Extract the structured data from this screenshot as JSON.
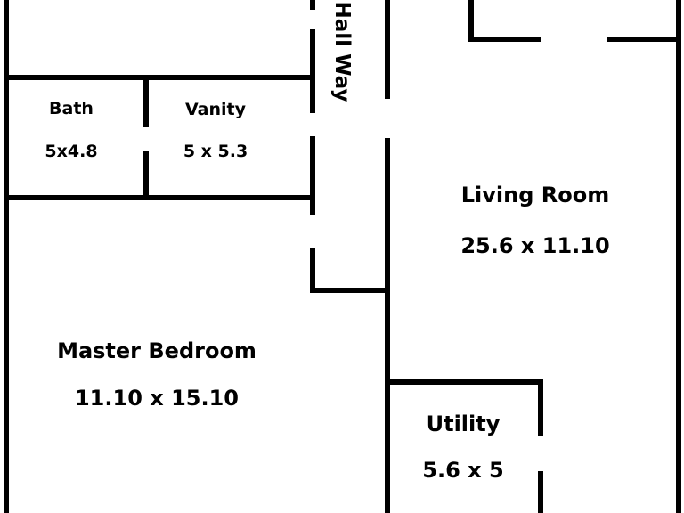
{
  "rooms": {
    "hallway": {
      "name": "Hall Way"
    },
    "bath": {
      "name": "Bath",
      "dims": "5x4.8"
    },
    "vanity": {
      "name": "Vanity",
      "dims": "5 x 5.3"
    },
    "living": {
      "name": "Living Room",
      "dims": "25.6 x 11.10"
    },
    "master": {
      "name": "Master Bedroom",
      "dims": "11.10 x 15.10"
    },
    "utility": {
      "name": "Utility",
      "dims": "5.6 x 5"
    }
  }
}
